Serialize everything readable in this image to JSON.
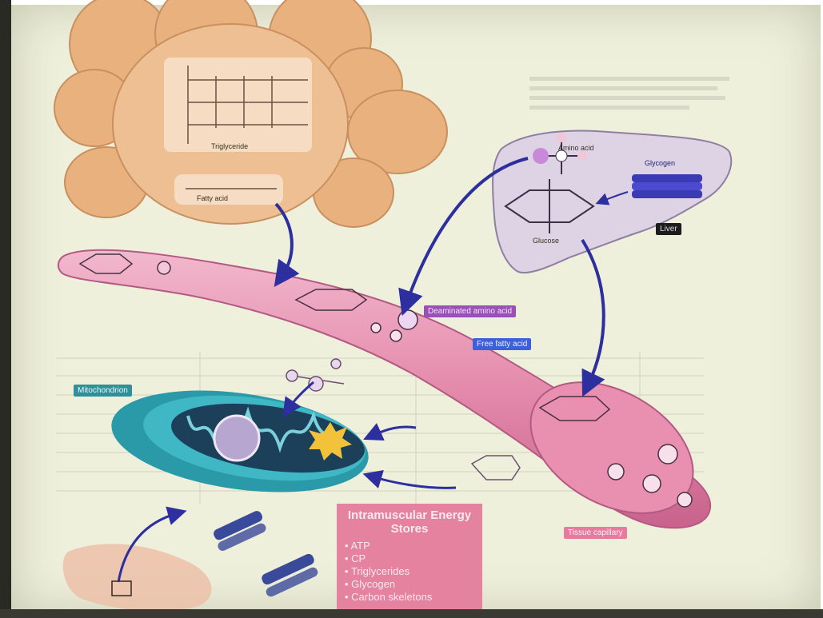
{
  "section_heading_line1": "",
  "section_heading_line2": "",
  "labels": {
    "triglyceride": "Triglyceride",
    "fatty_acid": "Fatty acid",
    "amino_acid": "Amino acid",
    "glycogen": "Glycogen",
    "glucose": "Glucose",
    "liver": "Liver",
    "deaminated_amino_acid": "Deaminated amino acid",
    "free_fatty_acid": "Free fatty acid",
    "mitochondrion": "Mitochondrion",
    "tissue_capillary": "Tissue capillary"
  },
  "energy_stores": {
    "title": "Intramuscular Energy Stores",
    "items": [
      "ATP",
      "CP",
      "Triglycerides",
      "Glycogen",
      "Carbon skeletons"
    ]
  },
  "colors": {
    "fat_cell": "#e9b17d",
    "vessel": "#e89ab6",
    "liver": "#ddd3e5",
    "mitochondrion": "#3fb7c4",
    "arrow": "#2d2f9e"
  }
}
